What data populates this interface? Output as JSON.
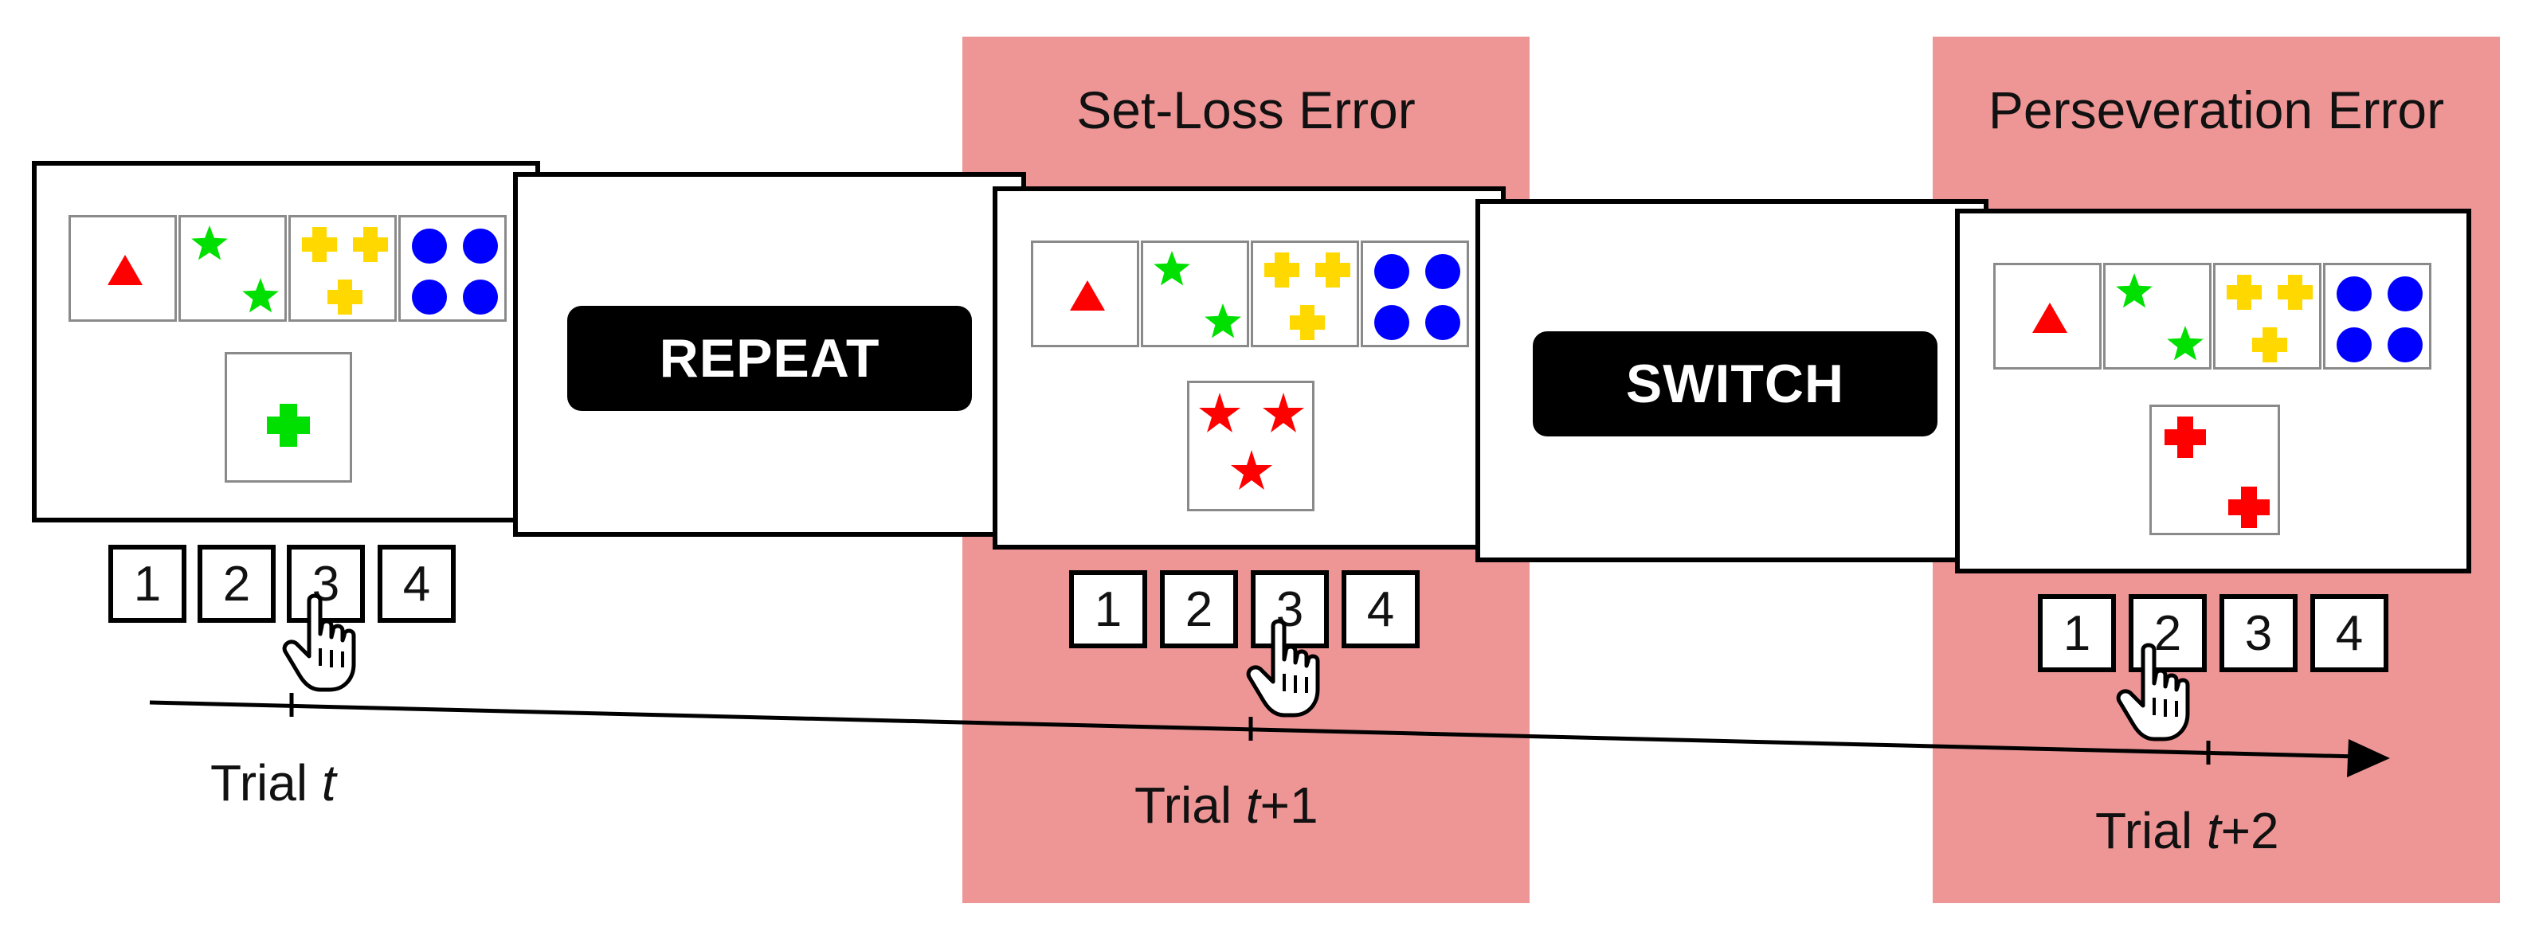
{
  "errors": {
    "set_loss": "Set-Loss Error",
    "perseveration": "Perseveration Error"
  },
  "cues": {
    "repeat": "REPEAT",
    "switch": "SWITCH"
  },
  "keys": [
    "1",
    "2",
    "3",
    "4"
  ],
  "trials": [
    {
      "prefix": "Trial ",
      "var": "t",
      "suffix": ""
    },
    {
      "prefix": "Trial ",
      "var": "t",
      "suffix": "+1"
    },
    {
      "prefix": "Trial ",
      "var": "t",
      "suffix": "+2"
    }
  ],
  "colors": {
    "error_highlight": "#ee9696",
    "red": "#ff0000",
    "green": "#00e000",
    "yellow": "#ffd800",
    "blue": "#0000ff"
  },
  "reference_cards": [
    {
      "shape": "triangle",
      "color": "red",
      "count": 1
    },
    {
      "shape": "star",
      "color": "green",
      "count": 2
    },
    {
      "shape": "cross",
      "color": "yellow",
      "count": 3
    },
    {
      "shape": "circle",
      "color": "blue",
      "count": 4
    }
  ],
  "stimulus_cards": [
    {
      "shape": "cross",
      "color": "green",
      "count": 1
    },
    {
      "shape": "star",
      "color": "red",
      "count": 3
    },
    {
      "shape": "cross",
      "color": "red",
      "count": 2
    }
  ],
  "responses": {
    "trial_t": "3",
    "trial_t1": "3",
    "trial_t2": "2"
  }
}
